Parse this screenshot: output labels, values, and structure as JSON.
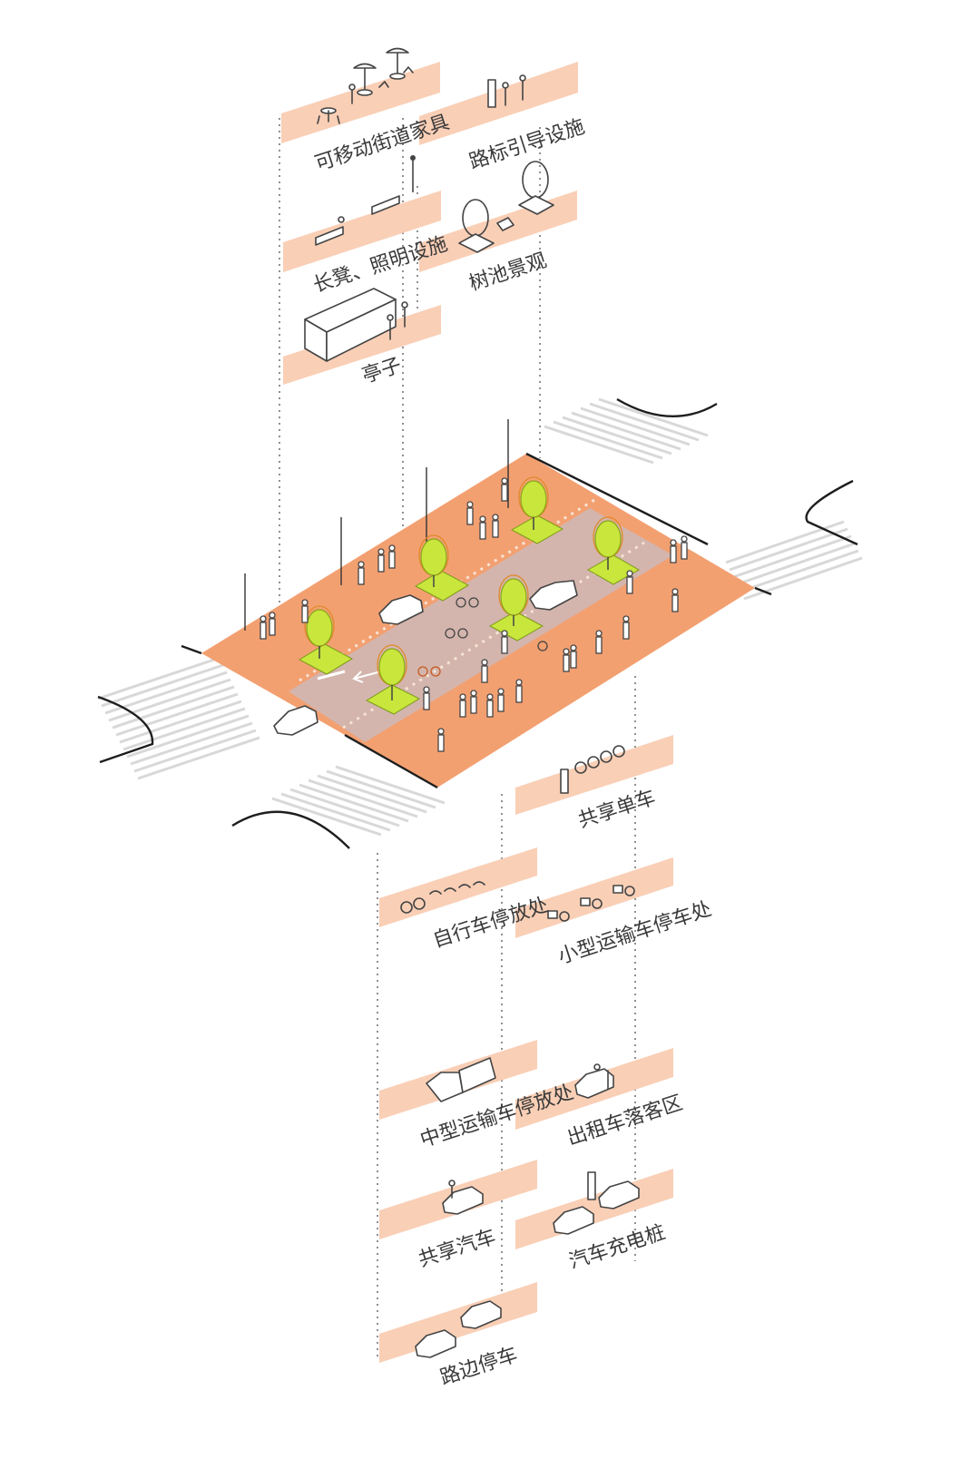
{
  "colors": {
    "sidewalk": "#f3a071",
    "road": "#d3b5ad",
    "label_pad": "#f9cfb6",
    "tree": "#c8e63c",
    "crosswalk": "#d8d8d8"
  },
  "labels": {
    "movable_furniture": "可移动街道家具",
    "wayfinding": "路标引导设施",
    "benches_lighting": "长凳、照明设施",
    "tree_pits": "树池景观",
    "kiosk": "亭子",
    "bike_share": "共享单车",
    "bike_parking": "自行车停放处",
    "cargo_bike_parking": "小型运输车停车处",
    "medium_truck_parking": "中型运输车停放处",
    "taxi_dropoff": "出租车落客区",
    "car_share": "共享汽车",
    "ev_charging": "汽车充电桩",
    "street_parking": "路边停车"
  },
  "icons": [
    "cafe-table-umbrella-icon",
    "wayfinding-sign-icon",
    "bench-icon",
    "street-lamp-icon",
    "tree-pit-icon",
    "kiosk-icon",
    "bike-share-dock-icon",
    "bike-rack-icon",
    "cargo-bike-icon",
    "truck-icon",
    "taxi-icon",
    "car-share-icon",
    "ev-charger-icon",
    "parked-car-icon"
  ]
}
